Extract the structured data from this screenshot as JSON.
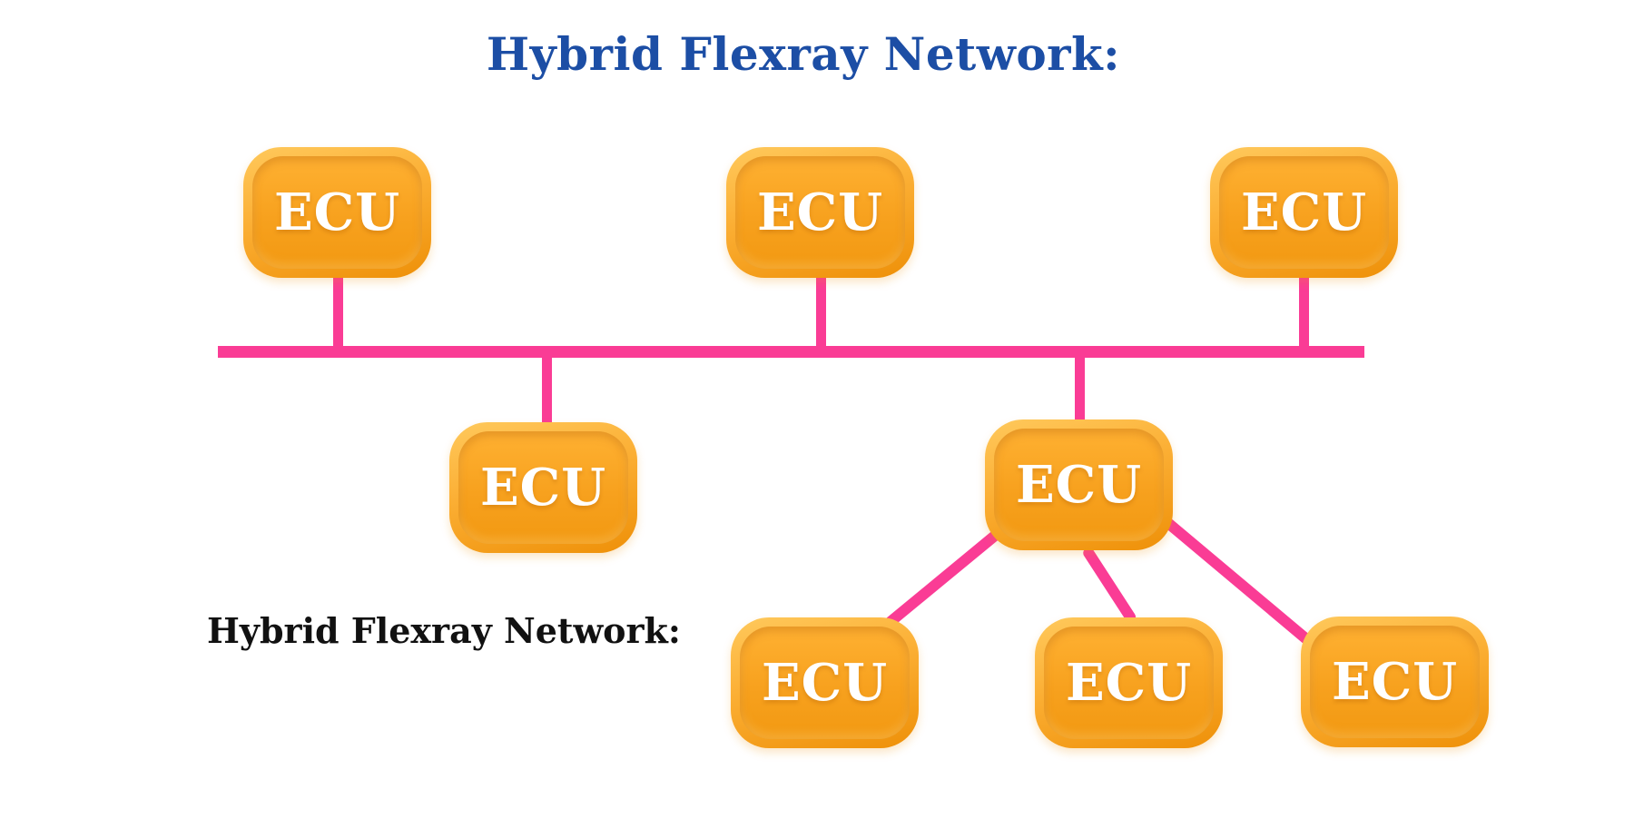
{
  "title": {
    "label": "Hybrid Flexray Network:",
    "color": "#1C4EA5"
  },
  "caption": {
    "label": "Hybrid Flexray Network:",
    "color": "#111111"
  },
  "diagram": {
    "type": "network-topology",
    "topology": "hybrid (bus + star)",
    "colors": {
      "link": "#FA3C95",
      "node_rim_highlight": "#FFC95C",
      "node_rim_shadow": "#EE9008",
      "node_face": "#F7A11E",
      "node_label": "#FFFFFF"
    },
    "nodes": [
      {
        "id": "ecu-top-left",
        "label": "ECU",
        "position": "top row, attached above bus"
      },
      {
        "id": "ecu-top-middle",
        "label": "ECU",
        "position": "top row, attached above bus"
      },
      {
        "id": "ecu-top-right",
        "label": "ECU",
        "position": "top row, attached above bus"
      },
      {
        "id": "ecu-mid-left",
        "label": "ECU",
        "position": "below bus"
      },
      {
        "id": "ecu-hub",
        "label": "ECU",
        "position": "below bus, star hub"
      },
      {
        "id": "ecu-star-left",
        "label": "ECU",
        "position": "bottom row, star leaf"
      },
      {
        "id": "ecu-star-middle",
        "label": "ECU",
        "position": "bottom row, star leaf"
      },
      {
        "id": "ecu-star-right",
        "label": "ECU",
        "position": "bottom row, star leaf"
      }
    ],
    "edges": [
      {
        "from": "ecu-top-left",
        "to": "bus",
        "type": "drop"
      },
      {
        "from": "ecu-top-middle",
        "to": "bus",
        "type": "drop"
      },
      {
        "from": "ecu-top-right",
        "to": "bus",
        "type": "drop"
      },
      {
        "from": "bus",
        "to": "ecu-mid-left",
        "type": "drop"
      },
      {
        "from": "bus",
        "to": "ecu-hub",
        "type": "drop"
      },
      {
        "from": "ecu-hub",
        "to": "ecu-star-left",
        "type": "star-link"
      },
      {
        "from": "ecu-hub",
        "to": "ecu-star-middle",
        "type": "star-link"
      },
      {
        "from": "ecu-hub",
        "to": "ecu-star-right",
        "type": "star-link"
      }
    ]
  }
}
